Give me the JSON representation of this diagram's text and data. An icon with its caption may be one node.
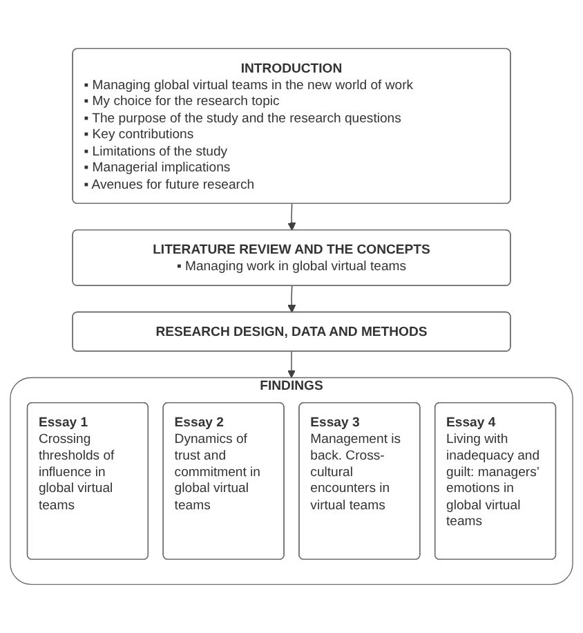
{
  "diagram": {
    "nodes": [
      {
        "text": [
          "INTRODUCTION",
          "▪ Managing global virtual teams in the new world of work",
          "▪ My choice for the research topic",
          "▪ The purpose of the study and the research questions",
          "▪ Key contributions",
          "▪ Limitations of the study",
          "▪ Managerial implications",
          "▪ Avenues for future research"
        ]
      },
      {
        "text": [
          "LITERATURE REVIEW AND THE CONCEPTS",
          "▪ Managing work in global virtual teams"
        ]
      },
      {
        "text": [
          "RESEARCH DESIGN, DATA AND METHODS"
        ]
      },
      {
        "text": [
          "FINDINGS"
        ]
      },
      {
        "text": [
          "Essay 1",
          "Crossing thresholds of influence in global virtual teams"
        ],
        "in": 3
      },
      {
        "text": [
          "Essay 2",
          "Dynamics of trust and commitment in global virtual teams"
        ],
        "in": 3
      },
      {
        "text": [
          "Essay 3",
          "Management is back. Cross-cultural encounters in virtual teams"
        ],
        "in": 3
      },
      {
        "text": [
          "Essay 4",
          "Living with inadequacy and guilt: managers’ emotions in global virtual teams"
        ],
        "in": 3
      }
    ],
    "edges": [
      {
        "from": 0,
        "to": 1,
        "arrow": "to"
      },
      {
        "from": 1,
        "to": 2,
        "arrow": "to"
      },
      {
        "from": 2,
        "to": 3,
        "arrow": "to"
      }
    ]
  }
}
